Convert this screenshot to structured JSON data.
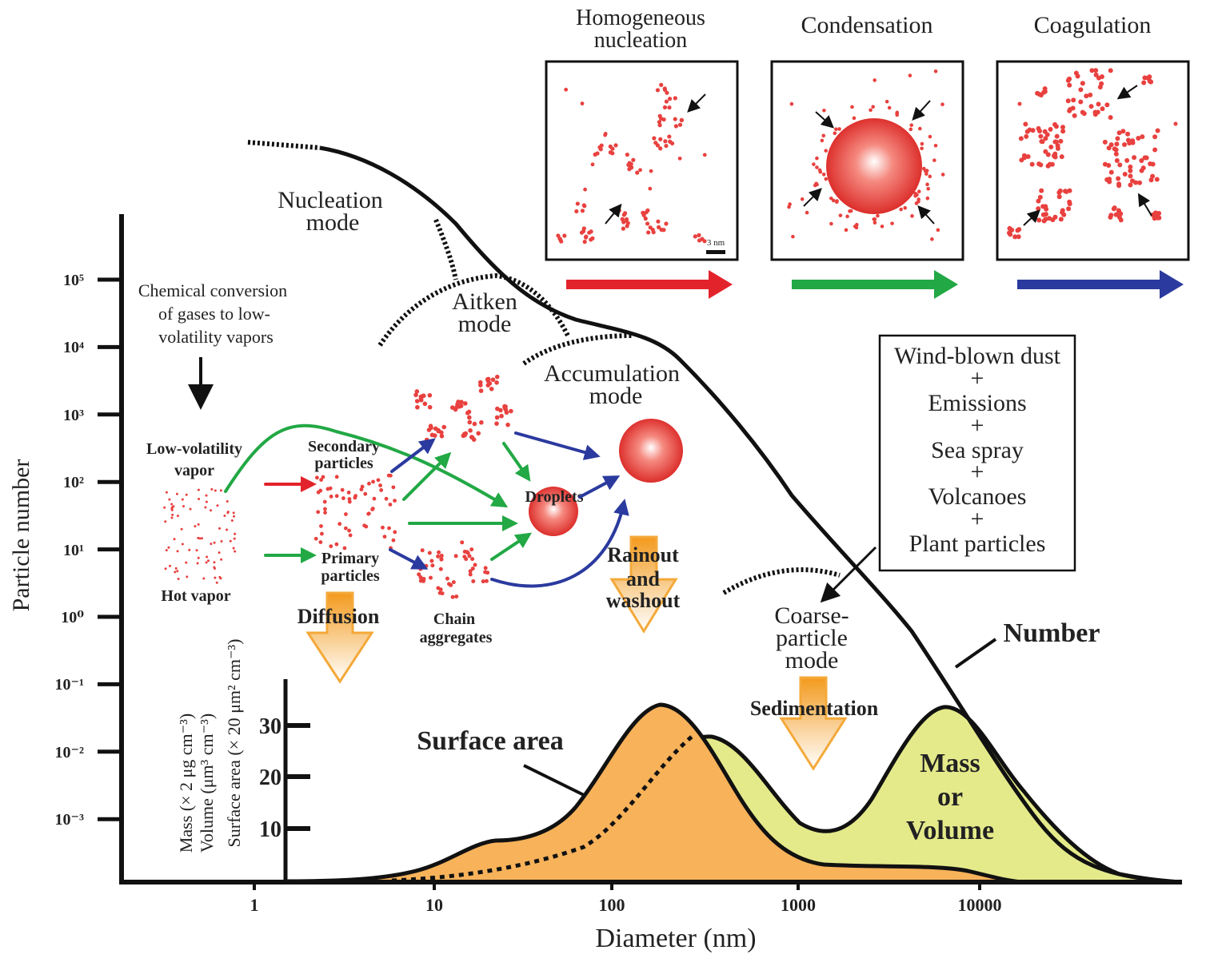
{
  "axes": {
    "ylabel": "Particle number",
    "xlabel": "Diameter (nm)",
    "y_ticks": [
      "10⁵",
      "10⁴",
      "10³",
      "10²",
      "10¹",
      "10⁰",
      "10⁻¹",
      "10⁻²",
      "10⁻³"
    ],
    "x_ticks": [
      "1",
      "10",
      "100",
      "1000",
      "10000"
    ],
    "inner_ylabel_1": "Mass (× 2 μg cm⁻³)",
    "inner_ylabel_2": "Volume (μm³ cm⁻³)",
    "inner_ylabel_3": "Surface area (× 20 μm² cm⁻³)",
    "inner_ticks": [
      "30",
      "20",
      "10"
    ]
  },
  "panels": {
    "nucleation_title_1": "Homogeneous",
    "nucleation_title_2": "nucleation",
    "condensation_title": "Condensation",
    "coagulation_title": "Coagulation",
    "scale_label": "3 nm",
    "arrow_colors": [
      "#e3232b",
      "#22a845",
      "#2b3a9e"
    ]
  },
  "labels": {
    "nucleation_mode_1": "Nucleation",
    "nucleation_mode_2": "mode",
    "aitken_mode_1": "Aitken",
    "aitken_mode_2": "mode",
    "accumulation_mode_1": "Accumulation",
    "accumulation_mode_2": "mode",
    "coarse_mode_1": "Coarse-",
    "coarse_mode_2": "particle",
    "coarse_mode_3": "mode",
    "chem_1": "Chemical conversion",
    "chem_2": "of gases to low-",
    "chem_3": "volatility vapors",
    "low_vol_1": "Low-volatility",
    "low_vol_2": "vapor",
    "hot_vapor": "Hot vapor",
    "secondary_1": "Secondary",
    "secondary_2": "particles",
    "primary_1": "Primary",
    "primary_2": "particles",
    "chain_1": "Chain",
    "chain_2": "aggregates",
    "droplets": "Droplets",
    "diffusion": "Diffusion",
    "rainout_1": "Rainout",
    "rainout_2": "and",
    "rainout_3": "washout",
    "sedimentation": "Sedimentation",
    "number": "Number",
    "surface_area": "Surface area",
    "mass_1": "Mass",
    "mass_2": "or",
    "mass_3": "Volume"
  },
  "sources_box": {
    "line1": "Wind-blown dust",
    "plus": "+",
    "line2": "Emissions",
    "line3": "Sea spray",
    "line4": "Volcanoes",
    "line5": "Plant particles"
  },
  "colors": {
    "surface_fill": "#f7b25a",
    "mass_fill": "#e4ea8a",
    "particle_red": "#e8413f",
    "process_green": "#22a845",
    "process_blue": "#2b3a9e",
    "settling_arrow": "#f4a93a"
  }
}
